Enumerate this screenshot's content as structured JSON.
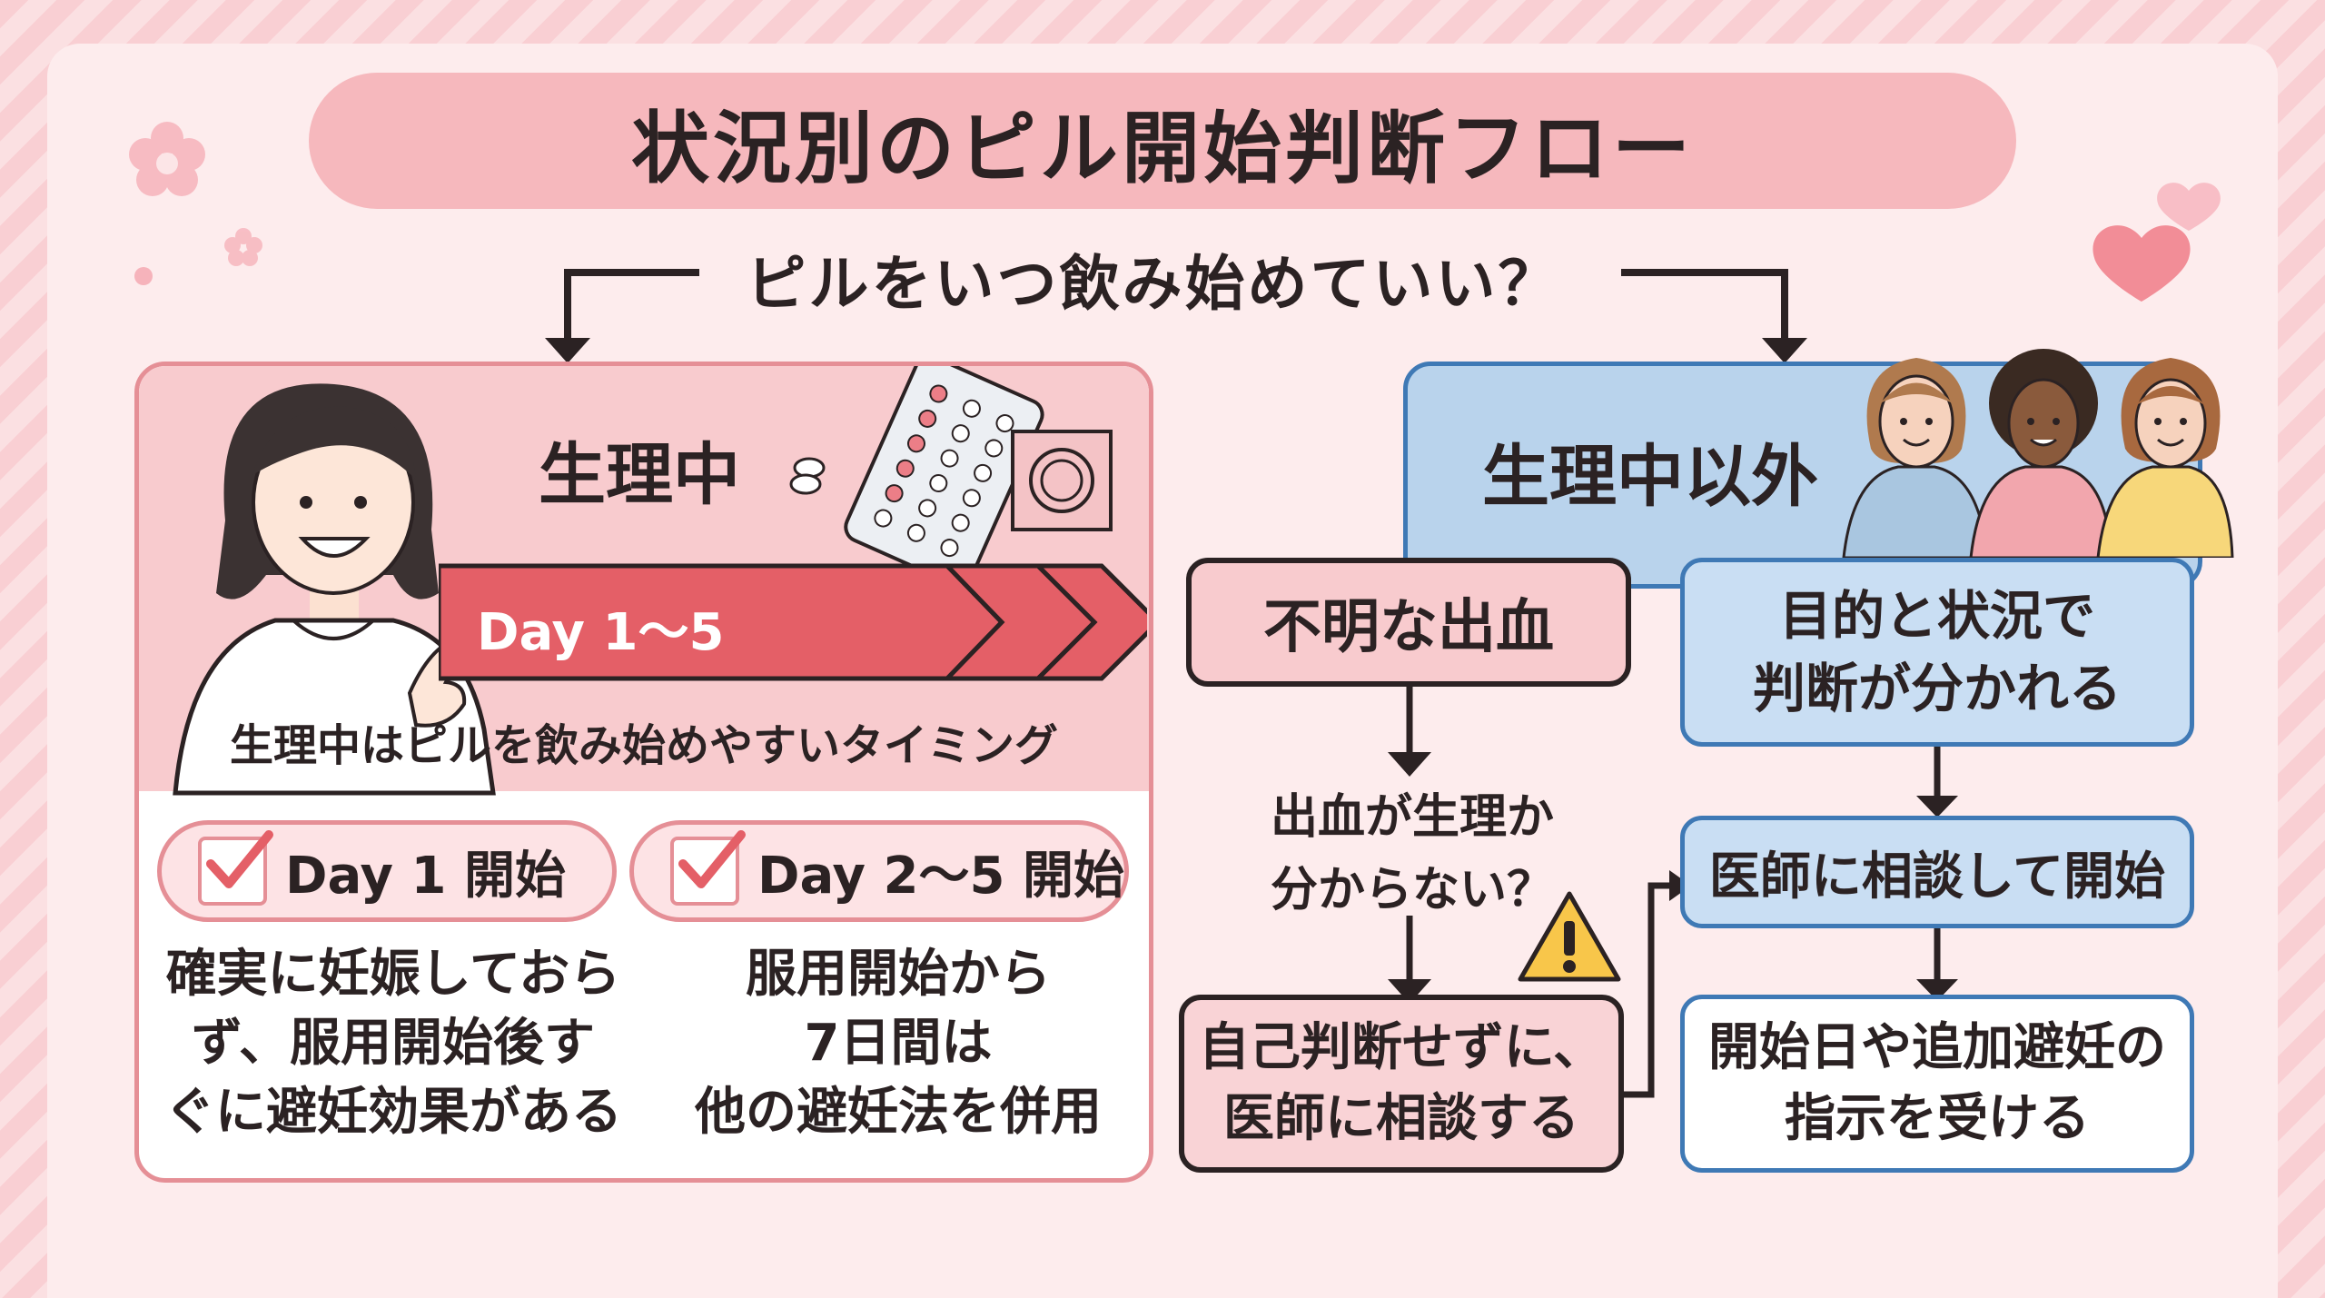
{
  "title": "状況別のピル開始判断フロー",
  "question": "ピルをいつ飲み始めていい？",
  "left": {
    "heading": "生理中",
    "arrow_label": "Day 1〜5",
    "caption": "生理中はピルを飲み始めやすいタイミング",
    "options": [
      {
        "label": "Day 1 開始",
        "desc": [
          "確実に妊娠しておら",
          "ず、服用開始後す",
          "ぐに避妊効果がある"
        ]
      },
      {
        "label": "Day 2〜5 開始",
        "desc": [
          "服用開始から",
          "7日間は",
          "他の避妊法を併用"
        ]
      }
    ]
  },
  "right": {
    "heading": "生理中以外",
    "bleeding": {
      "box": "不明な出血",
      "question": [
        "出血が生理か",
        "分からない？"
      ],
      "action": [
        "自己判断せずに、",
        "医師に相談する"
      ]
    },
    "purpose": {
      "box": [
        "目的と状況で",
        "判断が分かれる"
      ],
      "consult": "医師に相談して開始",
      "result": [
        "開始日や追加避妊の",
        "指示を受ける"
      ]
    }
  },
  "colors": {
    "pink_accent": "#e58f96",
    "pink_fill": "#f8cbce",
    "arrow_red": "#e45f67",
    "blue_border": "#3f79b5",
    "blue_fill": "#b9d3ec",
    "ink": "#2b2223"
  },
  "icons": [
    "flower-icon",
    "heart-icon",
    "pill-pack-icon",
    "condom-icon",
    "checkbox-icon",
    "warning-icon",
    "arrow-icon"
  ]
}
